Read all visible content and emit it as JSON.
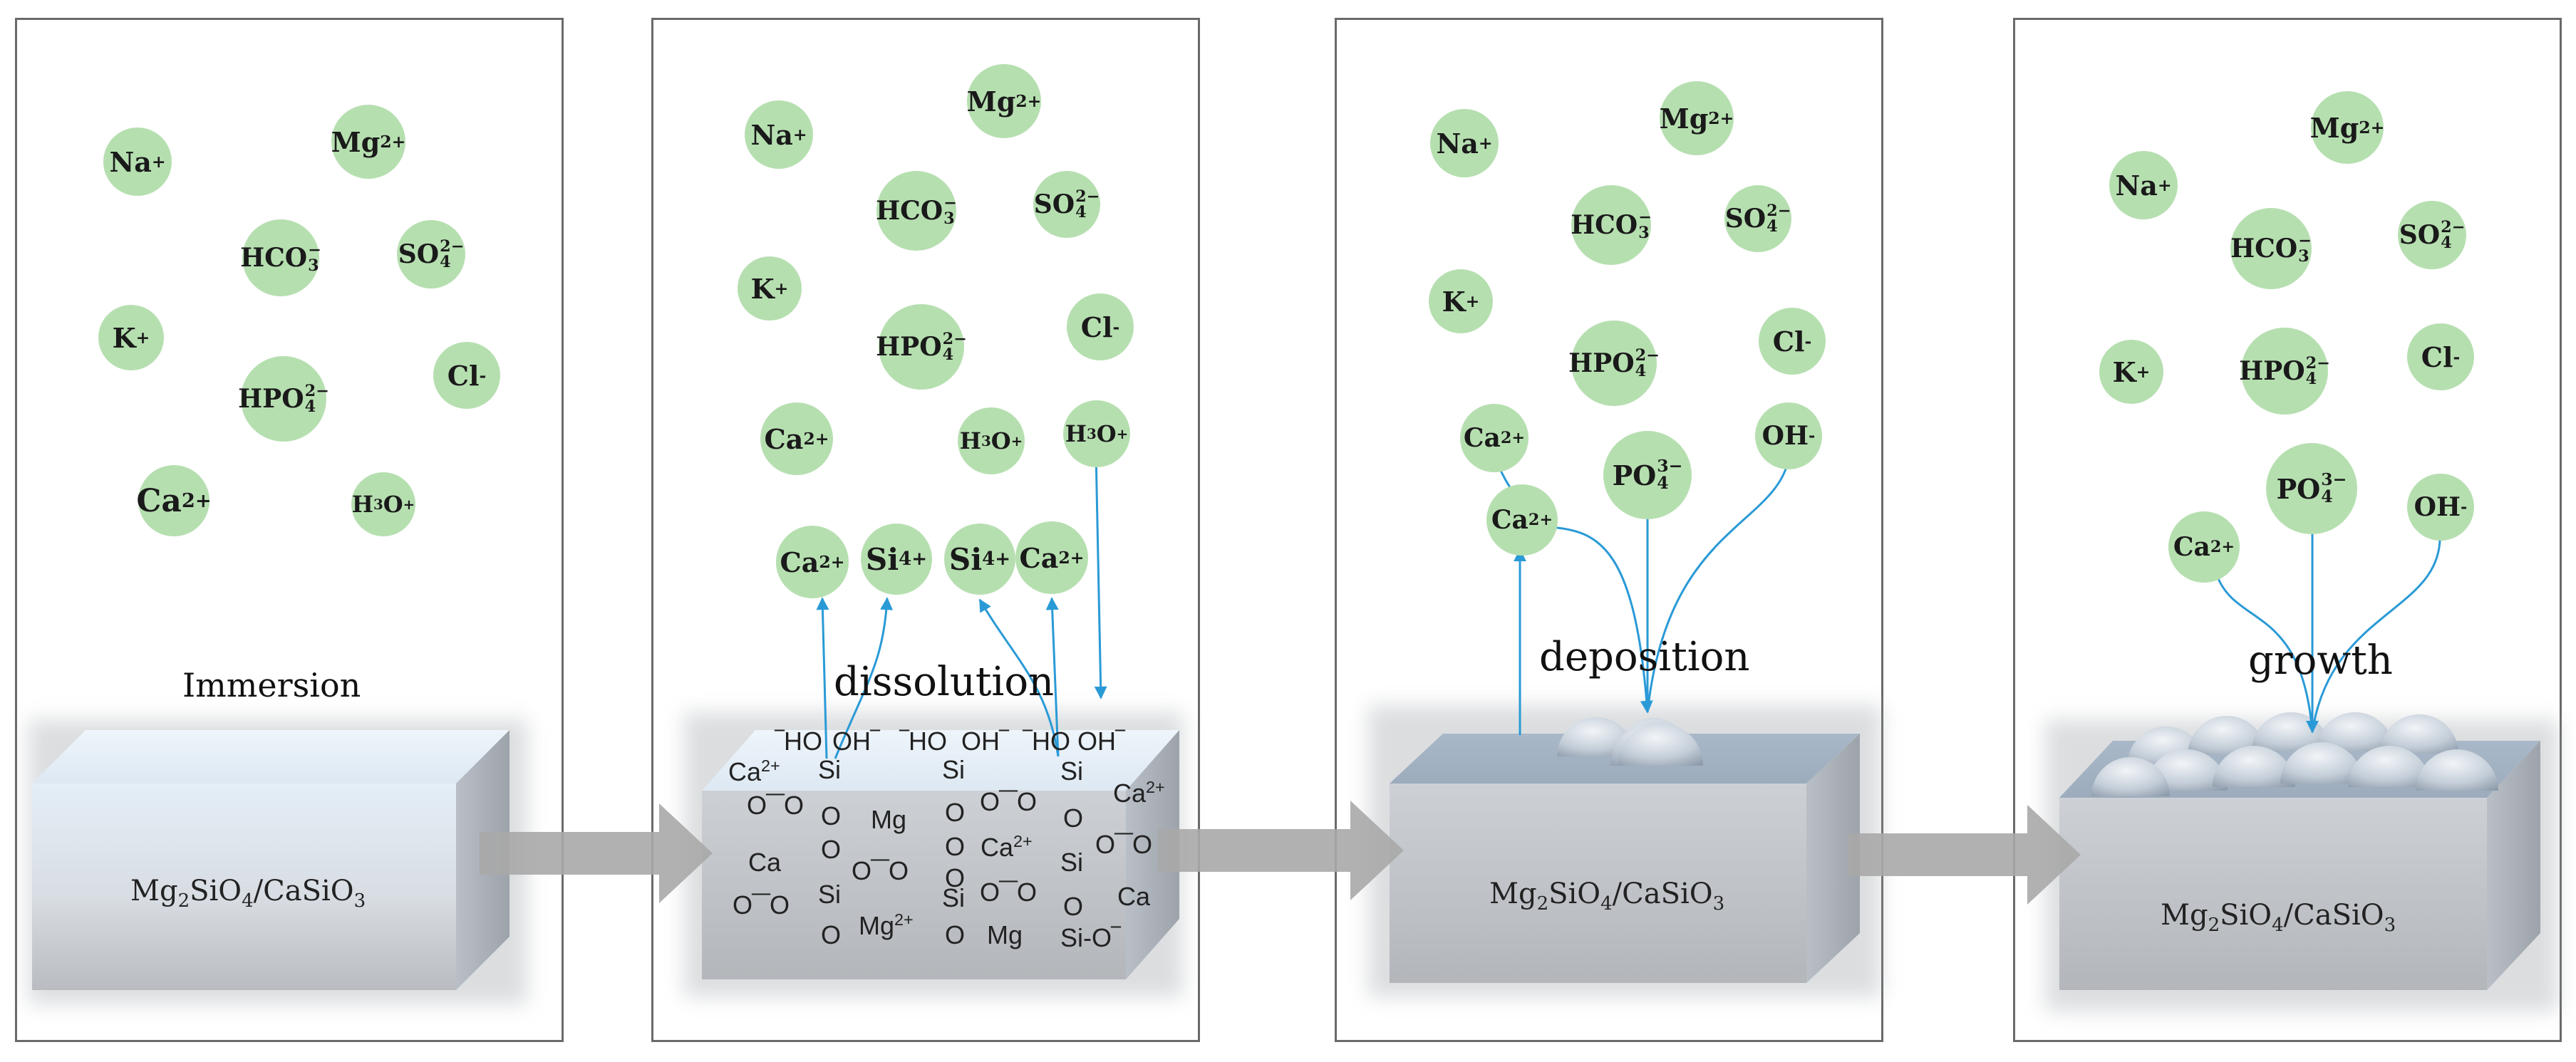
{
  "panel_labels": {
    "immersion": "Immersion",
    "dissolution": "dissolution",
    "deposition": "deposition",
    "growth": "growth"
  },
  "material": {
    "p1": {
      "a": "Mg",
      "a_sub": "2",
      "b": "SiO",
      "b_sub": "4",
      "c": "/CaSiO",
      "c_sub": "3"
    },
    "p3": {
      "a": "Mg",
      "a_sub": "2",
      "b": "SiO",
      "b_sub": "4",
      "c": "/CaSiO",
      "c_sub": "3"
    },
    "p4": {
      "a": "Mg",
      "a_sub": "2",
      "b": "SiO",
      "b_sub": "4",
      "c": "/CaSiO",
      "c_sub": "3"
    }
  },
  "ions": {
    "na": {
      "base": "Na",
      "sup": "+"
    },
    "mg": {
      "base": "Mg",
      "sup": "2+"
    },
    "hco3": {
      "base": "HCO",
      "sup": "−",
      "sub": "3"
    },
    "so4": {
      "base": "SO",
      "sup": "2−",
      "sub": "4"
    },
    "k": {
      "base": "K",
      "sup": "+"
    },
    "hpo4": {
      "base": "HPO",
      "sup": "2−",
      "sub": "4"
    },
    "cl": {
      "base": "Cl",
      "sup": "-"
    },
    "ca": {
      "base": "Ca",
      "sup": "2+"
    },
    "h3o": {
      "base": "H",
      "sub": "3",
      "tail": "O",
      "sup": "+"
    },
    "si": {
      "base": "Si",
      "sup": "4+"
    },
    "po4": {
      "base": "PO",
      "sup": "3−",
      "sub": "4"
    },
    "oh": {
      "base": "OH",
      "sup": "-"
    }
  },
  "surface": {
    "top": [
      "‾HO",
      "OH‾",
      "‾HO",
      "OH‾",
      "‾HO",
      "OH‾"
    ],
    "si": "Si",
    "o": "O",
    "oo": "O‾‾O",
    "mg": "Mg",
    "ca": "Ca",
    "ca2": {
      "base": "Ca",
      "sup": "2+"
    },
    "mg2": {
      "base": "Mg",
      "sup": "2+"
    },
    "sio": "Si-O‾"
  },
  "colors": {
    "ion_fill": "#b6dfb0",
    "arrow": "#2a9ad6",
    "process_arrow": "#a8a8a8",
    "panel_border": "#6a6a6a"
  }
}
